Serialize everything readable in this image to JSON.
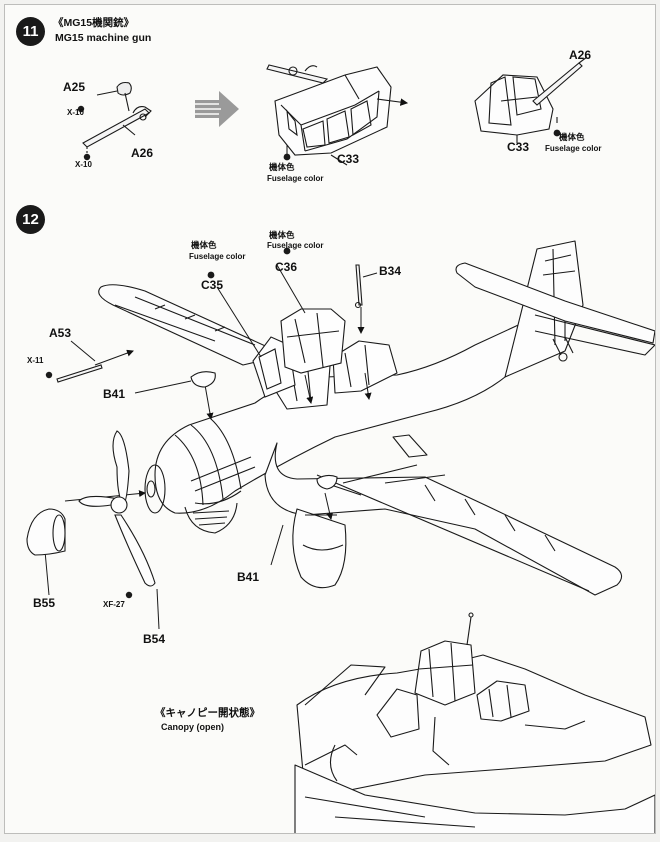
{
  "step11": {
    "number": "11",
    "title_jp": "《MG15機関銃》",
    "title_en": "MG15 machine gun",
    "labels": {
      "a25": "A25",
      "x10a": "X-10",
      "x10b": "X-10",
      "a26": "A26",
      "c33": "C33",
      "a26_right": "A26",
      "c33_right": "C33"
    },
    "paint_jp_left": "機体色",
    "paint_en_left": "Fuselage color",
    "paint_jp_right": "機体色",
    "paint_en_right": "Fuselage color"
  },
  "step12": {
    "number": "12",
    "labels": {
      "c35": "C35",
      "c36": "C36",
      "b34": "B34",
      "a53": "A53",
      "x11": "X-11",
      "b41_top": "B41",
      "b41_bottom": "B41",
      "b55": "B55",
      "xf27": "XF-27",
      "b54": "B54"
    },
    "paint_c35_jp": "機体色",
    "paint_c35_en": "Fuselage color",
    "paint_c36_jp": "機体色",
    "paint_c36_en": "Fuselage color",
    "inset_title_jp": "《キャノピー開状態》",
    "inset_title_en": "Canopy (open)"
  },
  "colors": {
    "ink": "#1a1a1a",
    "paper": "#fbfbf9"
  }
}
